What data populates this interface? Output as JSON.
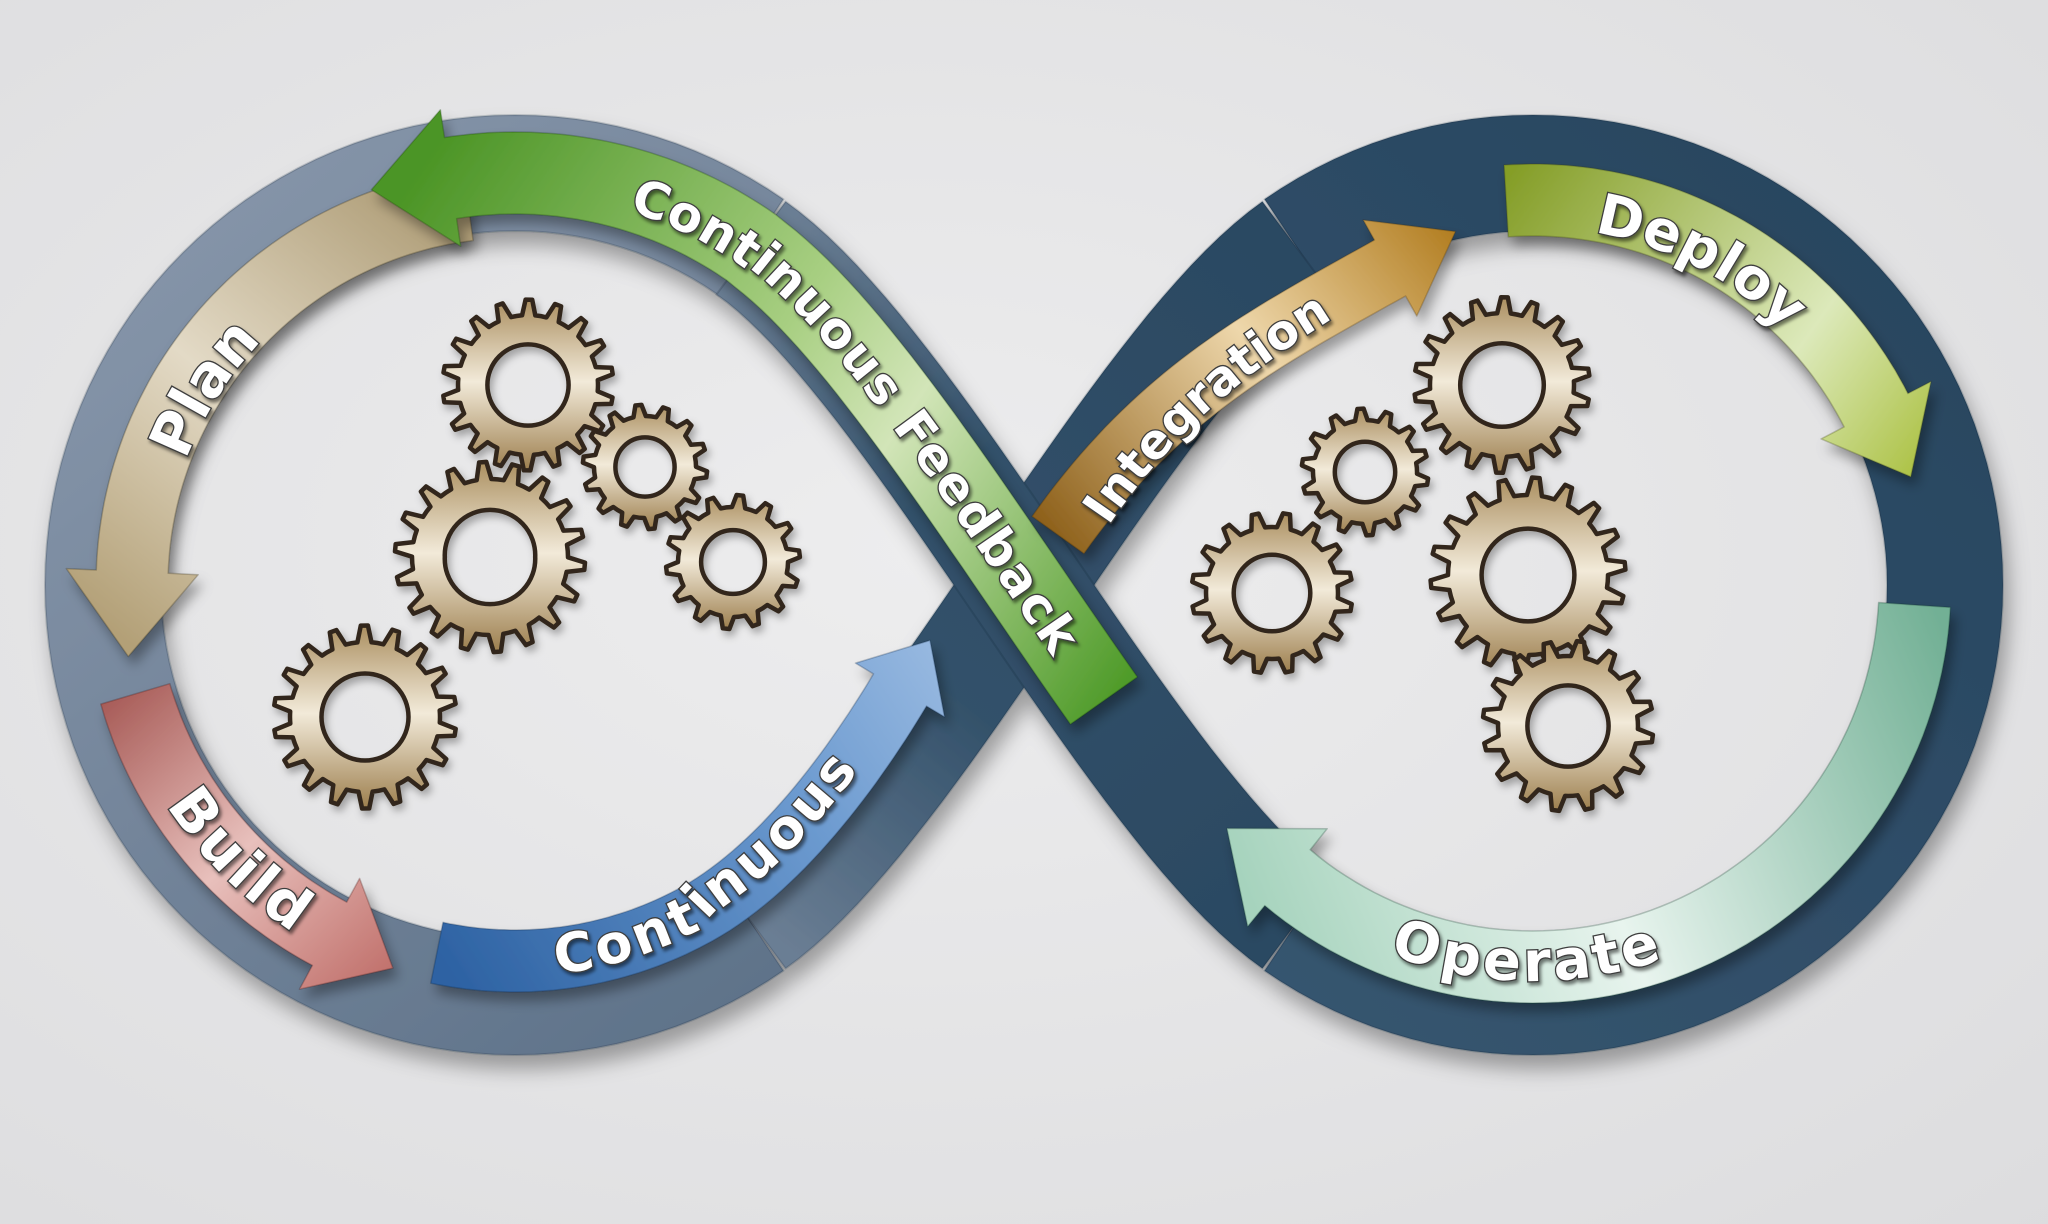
{
  "colors": {
    "bg_inner": "#ededee",
    "bg_outer": "#dcdcde",
    "loop_left": [
      "#8897ab",
      "#5e7289"
    ],
    "loop_right": [
      "#36556f",
      "#284660"
    ],
    "loop_cross": [
      "#6b7e94",
      "#33516a",
      "#2b4962"
    ],
    "gear_fill": [
      "#ab8f60",
      "#f2ead9",
      "#9d7f4e"
    ],
    "gear_outline": "#32281a",
    "label_fill": "#ffffff",
    "label_outline": "#3d3d3d"
  },
  "arrows": {
    "plan": {
      "label": "Plan",
      "grad": [
        "#a6936a",
        "#e3dac6",
        "#b3a077"
      ]
    },
    "build": {
      "label": "Build",
      "grad": [
        "#9d4b47",
        "#e8c0bc",
        "#c06f6a"
      ]
    },
    "continuous": {
      "label": "Continuous",
      "grad": [
        "#2d62a3",
        "#6d9bd0",
        "#9cbce2"
      ]
    },
    "continuous_feedback": {
      "label": "Continuous Feedback",
      "grad": [
        "#4c9526",
        "#a8cf82",
        "#d2e5b8",
        "#4f9b29"
      ]
    },
    "integration": {
      "label": "Integration",
      "grad": [
        "#8a5c15",
        "#eed7ab",
        "#b17c1e"
      ]
    },
    "deploy": {
      "label": "Deploy",
      "grad": [
        "#859e28",
        "#dce9ba",
        "#a9bf3d"
      ]
    },
    "operate": {
      "label": "Operate",
      "grad": [
        "#72b095",
        "#e8f4ee",
        "#a6d3bd"
      ]
    }
  }
}
